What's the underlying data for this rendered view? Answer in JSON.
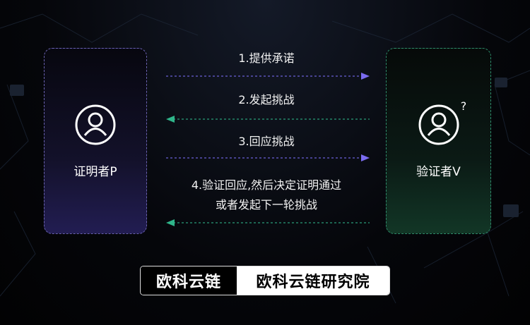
{
  "prover": {
    "label": "证明者P",
    "icon": "user-circle-icon",
    "color": "#6a62b0"
  },
  "verifier": {
    "label": "验证者V",
    "icon": "user-circle-question-icon",
    "color": "#2e8a6a"
  },
  "steps": [
    {
      "label": "1.提供承诺",
      "direction": "right"
    },
    {
      "label": "2.发起挑战",
      "direction": "left"
    },
    {
      "label": "3.回应挑战",
      "direction": "right"
    },
    {
      "label_line1": "4.验证回应,然后决定证明通过",
      "label_line2": "或者发起下一轮挑战",
      "direction": "left"
    }
  ],
  "colors": {
    "right_arrow": "#7b6cf0",
    "left_arrow": "#2fb58a"
  },
  "logo": {
    "left": "欧科云链",
    "right": "欧科云链研究院"
  }
}
